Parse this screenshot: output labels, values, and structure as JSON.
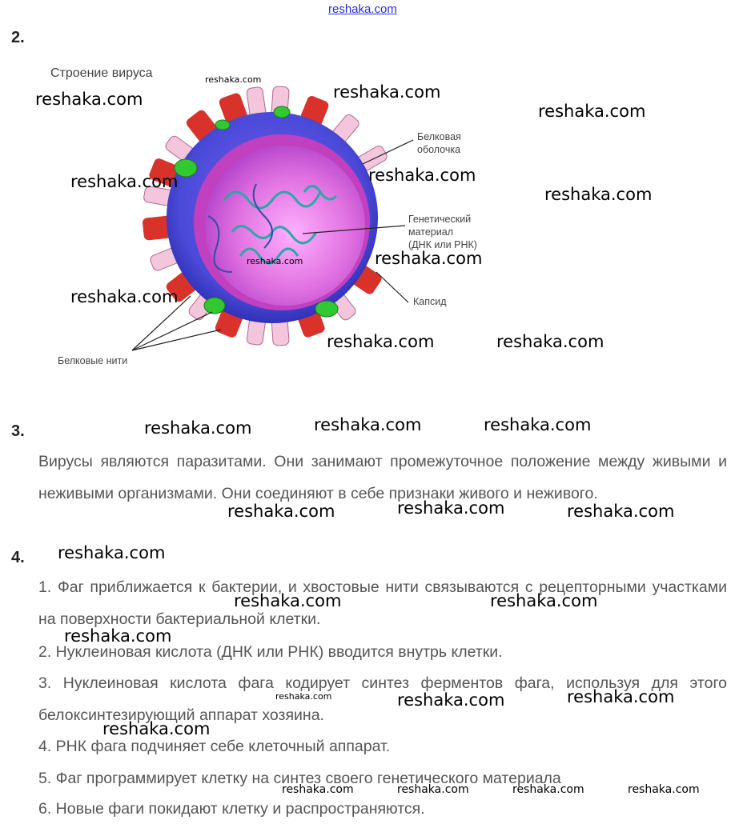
{
  "site_link": "reshaka.com",
  "watermark": "reshaka.com",
  "section2": {
    "number": "2.",
    "figure_title": "Строение вируса",
    "labels": {
      "protein_shell_1": "Белковая",
      "protein_shell_2": "оболочка",
      "genetic_1": "Генетический",
      "genetic_2": "материал",
      "genetic_3": "(ДНК или РНК)",
      "capsid": "Капсид",
      "protein_threads": "Белковые нити"
    }
  },
  "section3": {
    "number": "3.",
    "text": "Вирусы являются паразитами. Они занимают промежуточное положение между живыми и неживыми организмами. Они соединяют в себе признаки живого и неживого."
  },
  "section4": {
    "number": "4.",
    "items": [
      "1. Фаг приближается к бактерии, и хвостовые нити связываются с рецепторными участками на поверхности бактериальной клетки.",
      "2. Нуклеиновая кислота (ДНК или РНК) вводится внутрь клетки.",
      "3. Нуклеиновая кислота фага кодирует синтез ферментов фага, используя для этого белоксинтезирующий аппарат хозяина.",
      "4. РНК фага подчиняет себе клеточный аппарат.",
      "5. Фаг программирует клетку на синтез своего генетического материала",
      "6. Новые фаги покидают клетку и распространяются."
    ]
  },
  "colors": {
    "outer_shell": "#4a4ad8",
    "inner": "#e070e0",
    "spike_red": "#d8322a",
    "spike_pink": "#f4c6dc",
    "spike_green": "#32c832"
  }
}
